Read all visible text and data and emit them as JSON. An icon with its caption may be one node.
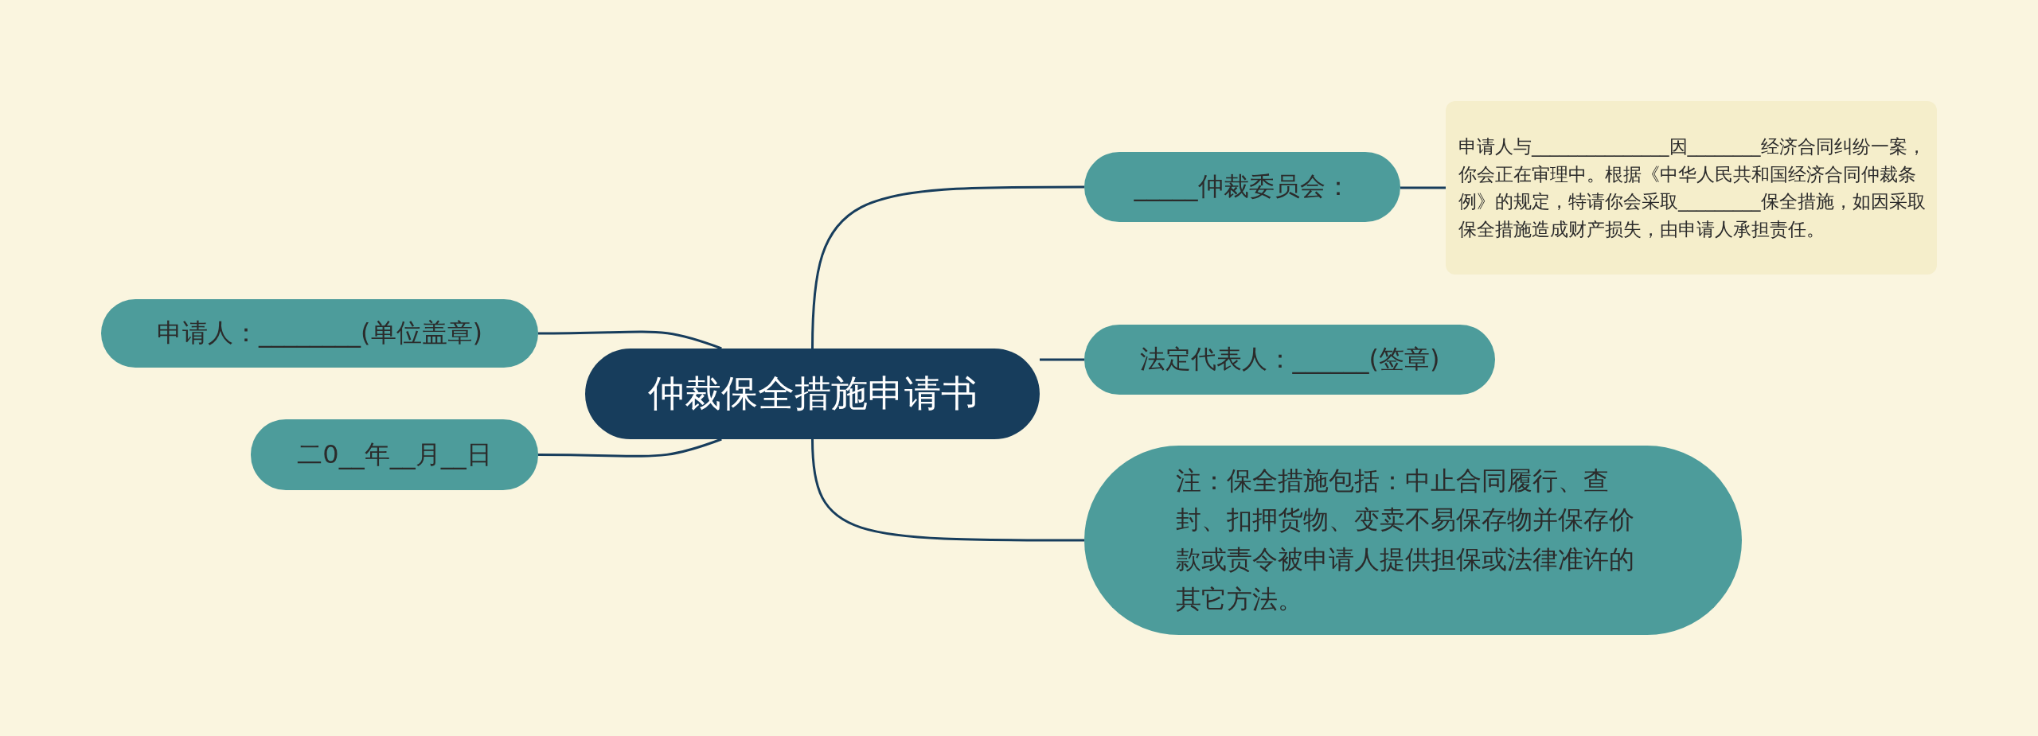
{
  "diagram": {
    "nodes": [
      {
        "text": [
          "仲裁保全措施申请书"
        ]
      },
      {
        "text": [
          "_____仲裁委员会："
        ]
      },
      {
        "text": [
          "申请人与_______________因________经济合同纠纷一案，你会正在审理中。根据《中华人民共和国经济合同仲裁条例》的规定，特请你会采取_________保全措施，如因采取保全措施造成财产损失，由申请人承担责任。"
        ]
      },
      {
        "text": [
          "申请人：________(单位盖章)"
        ]
      },
      {
        "text": [
          "法定代表人：______(签章)"
        ]
      },
      {
        "text": [
          "二0__年__月__日"
        ]
      },
      {
        "text": [
          "注：保全措施包括：中止合同履行、查封、扣押货物、变卖不易保存物并保存价款或责令被申请人提供担保或法律准许的其它方法。"
        ]
      }
    ],
    "edges": [
      {
        "from": 0,
        "to": 1,
        "arrow": "none"
      },
      {
        "from": 1,
        "to": 2,
        "arrow": "none"
      },
      {
        "from": 0,
        "to": 3,
        "arrow": "none"
      },
      {
        "from": 0,
        "to": 4,
        "arrow": "none"
      },
      {
        "from": 0,
        "to": 5,
        "arrow": "none"
      },
      {
        "from": 0,
        "to": 6,
        "arrow": "none"
      }
    ]
  }
}
